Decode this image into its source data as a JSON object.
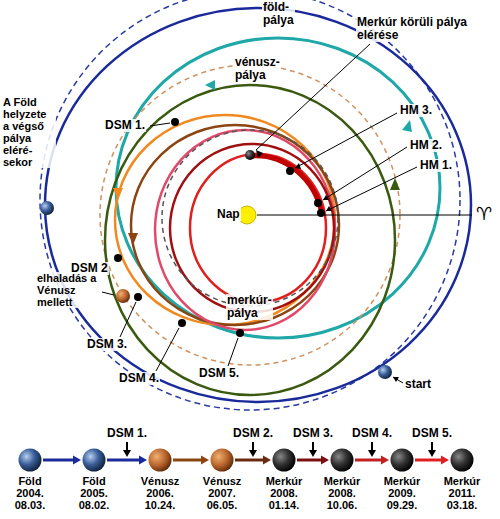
{
  "diagram": {
    "nodes": [
      {
        "text": [
          "Föld 2004. 08.03."
        ]
      },
      {
        "text": [
          "Föld 2005. 08.02."
        ]
      },
      {
        "text": [
          "Vénusz 2006. 10.24."
        ]
      },
      {
        "text": [
          "Vénusz 2007. 06.05."
        ]
      },
      {
        "text": [
          "Merkúr 2008. 01.14."
        ]
      },
      {
        "text": [
          "Merkúr 2008. 10.06."
        ]
      },
      {
        "text": [
          "Merkúr 2009. 09.29."
        ]
      },
      {
        "text": [
          "Merkúr 2011. 03.18."
        ]
      }
    ],
    "edges": [
      {
        "from": 0,
        "to": 1,
        "arrow": "to"
      },
      {
        "from": 1,
        "to": 2,
        "arrow": "to",
        "label": "DSM 1."
      },
      {
        "from": 2,
        "to": 3,
        "arrow": "to"
      },
      {
        "from": 3,
        "to": 4,
        "arrow": "to",
        "label": "DSM 2."
      },
      {
        "from": 4,
        "to": 5,
        "arrow": "to",
        "label": "DSM 3."
      },
      {
        "from": 5,
        "to": 6,
        "arrow": "to",
        "label": "DSM 4."
      },
      {
        "from": 6,
        "to": 7,
        "arrow": "to",
        "label": "DSM 5."
      }
    ],
    "labels": [
      "föld- pálya",
      "vénusz- pálya",
      "merkúr- pálya",
      "Merkúr körüli pálya elérése",
      "HM 3.",
      "HM 2.",
      "HM 1.",
      "Nap",
      "♈",
      "A Föld helyzete a végső pálya eléré- sekor",
      "DSM 1.",
      "DSM 2",
      "elhaladás a Vénusz mellett",
      "DSM 3.",
      "DSM 4.",
      "DSM 5.",
      "start"
    ]
  }
}
